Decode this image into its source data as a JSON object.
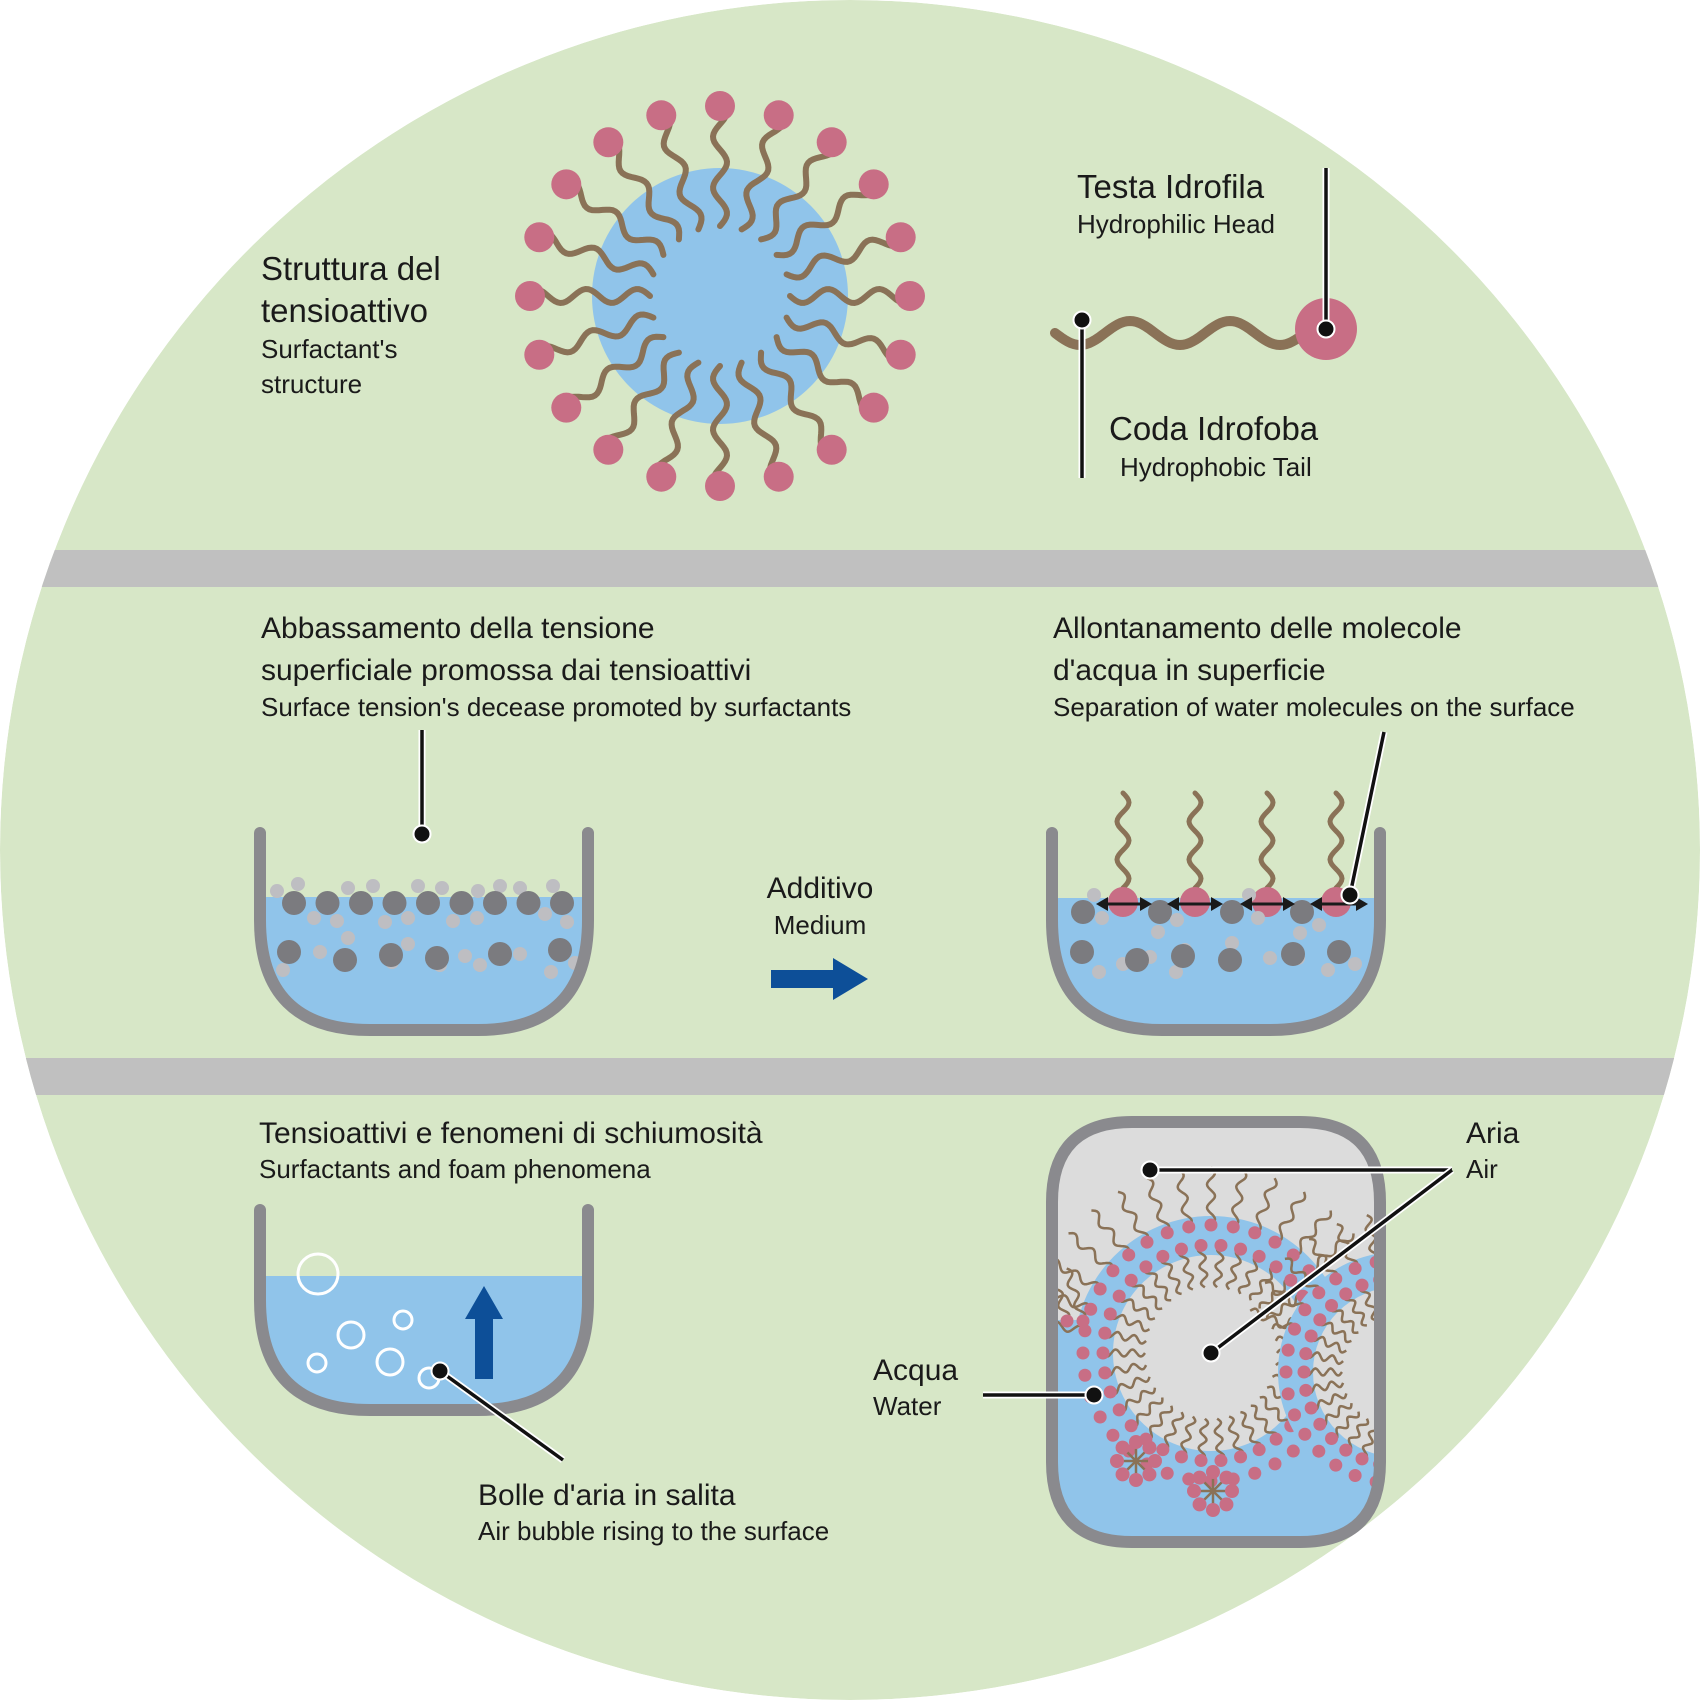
{
  "colors": {
    "background_circle": "#d7e7c7",
    "divider": "#c0c0c0",
    "water": "#90c4ea",
    "air": "#dcdcdc",
    "container": "#8a8a8e",
    "head": "#c86e85",
    "tail": "#8a7257",
    "molecule_dark": "#7b7b7f",
    "molecule_light": "#bebec2",
    "arrow_blue": "#0d4f98",
    "pointer": "#111111"
  },
  "section_structure": {
    "title_it_line1": "Struttura del",
    "title_it_line2": "tensioattivo",
    "title_en_line1": "Surfactant's",
    "title_en_line2": "structure",
    "head_label_it": "Testa Idrofila",
    "head_label_en": "Hydrophilic Head",
    "tail_label_it": "Coda Idrofoba",
    "tail_label_en": "Hydrophobic Tail"
  },
  "section_tension": {
    "left_title_it_line1": "Abbassamento della tensione",
    "left_title_it_line2": "superficiale promossa dai tensioattivi",
    "left_title_en": "Surface tension's decease promoted by surfactants",
    "right_title_it_line1": "Allontanamento delle molecole",
    "right_title_it_line2": "d'acqua in superficie",
    "right_title_en": "Separation of water molecules on the surface",
    "arrow_label_it": "Additivo",
    "arrow_label_en": "Medium"
  },
  "section_foam": {
    "title_it": "Tensioattivi e fenomeni di schiumosità",
    "title_en": "Surfactants and foam phenomena",
    "bubble_label_it": "Bolle d'aria in salita",
    "bubble_label_en": "Air bubble rising to the surface",
    "air_label_it": "Aria",
    "air_label_en": "Air",
    "water_label_it": "Acqua",
    "water_label_en": "Water"
  }
}
